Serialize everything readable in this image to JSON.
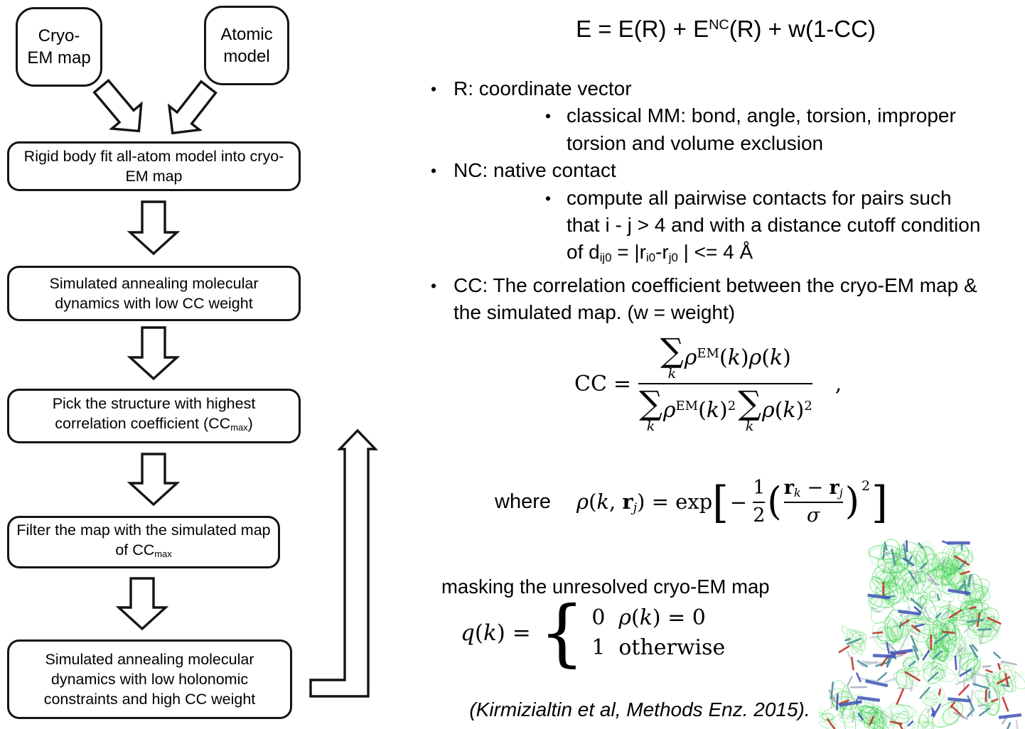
{
  "flowchart": {
    "inputs": [
      {
        "runs": [
          {
            "t": "Cryo-"
          },
          {
            "br": true
          },
          {
            "t": "EM map"
          }
        ]
      },
      {
        "runs": [
          {
            "t": "Atomic"
          },
          {
            "br": true
          },
          {
            "t": "model"
          }
        ]
      }
    ],
    "steps": [
      {
        "runs": [
          {
            "t": "Rigid body fit all-atom model into cryo-"
          },
          {
            "br": true
          },
          {
            "t": "EM map"
          }
        ]
      },
      {
        "runs": [
          {
            "t": "Simulated annealing molecular"
          },
          {
            "br": true
          },
          {
            "t": "dynamics with low CC weight"
          }
        ]
      },
      {
        "runs": [
          {
            "t": "Pick the structure with highest"
          },
          {
            "br": true
          },
          {
            "t": "correlation coefficient (CC"
          },
          {
            "t": "max",
            "s": "sb"
          },
          {
            "t": ")"
          }
        ]
      },
      {
        "runs": [
          {
            "t": "Filter the map with the simulated map"
          },
          {
            "br": true
          },
          {
            "t": "of CC"
          },
          {
            "t": "max",
            "s": "sb"
          }
        ]
      },
      {
        "runs": [
          {
            "t": "Simulated annealing molecular"
          },
          {
            "br": true
          },
          {
            "t": "dynamics with low holonomic"
          },
          {
            "br": true
          },
          {
            "t": "constraints and high CC weight"
          }
        ]
      }
    ]
  },
  "equation": {
    "runs": [
      {
        "t": "E = E(R) + E"
      },
      {
        "t": "NC",
        "s": "sp"
      },
      {
        "t": "(R) + w(1-CC)"
      }
    ]
  },
  "bullets": {
    "marker": "•",
    "items": [
      {
        "level": 1,
        "runs": [
          {
            "t": "R: coordinate vector"
          }
        ]
      },
      {
        "level": 2,
        "runs": [
          {
            "t": "classical MM: bond, angle, torsion, improper"
          },
          {
            "br": true
          },
          {
            "t": "torsion and volume exclusion"
          }
        ]
      },
      {
        "level": 1,
        "runs": [
          {
            "t": "NC: native contact"
          }
        ]
      },
      {
        "level": 2,
        "runs": [
          {
            "t": "compute all pairwise contacts for pairs such"
          },
          {
            "br": true
          },
          {
            "t": "that i - j > 4 and with a distance cutoff condition"
          },
          {
            "br": true
          },
          {
            "t": "of d"
          },
          {
            "t": "ij0",
            "s": "sb"
          },
          {
            "t": " = |r"
          },
          {
            "t": "i0",
            "s": "sb"
          },
          {
            "t": "-r"
          },
          {
            "t": "j0",
            "s": "sb"
          },
          {
            "t": " | <= 4 Å"
          }
        ]
      },
      {
        "level": 1,
        "runs": [
          {
            "t": "CC: The correlation coefficient between the cryo-EM map &"
          },
          {
            "br": true
          },
          {
            "t": "the simulated map. (w = weight)"
          }
        ]
      }
    ]
  },
  "math": {
    "sum_symbol": "∑",
    "sum_index": "k",
    "cc": {
      "lhs": "CC",
      "eq": "=",
      "num_runs": [
        {
          "t": "ρ",
          "s": "it"
        },
        {
          "t": "EM",
          "s": "sp"
        },
        {
          "t": "("
        },
        {
          "t": "k",
          "s": "it"
        },
        {
          "t": ")"
        },
        {
          "t": "ρ",
          "s": "it"
        },
        {
          "t": "("
        },
        {
          "t": "k",
          "s": "it"
        },
        {
          "t": ")"
        }
      ],
      "den1_runs": [
        {
          "t": "ρ",
          "s": "it"
        },
        {
          "t": "EM",
          "s": "sp"
        },
        {
          "t": "("
        },
        {
          "t": "k",
          "s": "it"
        },
        {
          "t": ")"
        },
        {
          "t": "2",
          "s": "sp"
        }
      ],
      "den2_runs": [
        {
          "t": "ρ",
          "s": "it"
        },
        {
          "t": "("
        },
        {
          "t": "k",
          "s": "it"
        },
        {
          "t": ")"
        },
        {
          "t": "2",
          "s": "sp"
        }
      ],
      "comma": ","
    },
    "where_label": "where",
    "rho": {
      "lhs_runs": [
        {
          "t": "ρ",
          "s": "it"
        },
        {
          "t": "("
        },
        {
          "t": "k",
          "s": "it"
        },
        {
          "t": ", "
        },
        {
          "t": "r",
          "s": "bf"
        },
        {
          "t": "j",
          "s": "isb"
        },
        {
          "t": ")"
        },
        {
          "t": " = exp"
        }
      ],
      "lbracket": "[",
      "minus": "−",
      "half_num": "1",
      "half_den": "2",
      "lparen": "(",
      "inner_num_runs": [
        {
          "t": "r",
          "s": "bf"
        },
        {
          "t": "k",
          "s": "isb"
        },
        {
          "t": " − "
        },
        {
          "t": "r",
          "s": "bf"
        },
        {
          "t": "j",
          "s": "isb"
        }
      ],
      "inner_den": "σ",
      "rparen": ")",
      "power": "2",
      "rbracket": "]"
    }
  },
  "mask": {
    "title": "masking the unresolved cryo-EM map",
    "q_lhs_runs": [
      {
        "t": "q",
        "s": "it"
      },
      {
        "t": "("
      },
      {
        "t": "k",
        "s": "it"
      },
      {
        "t": ") = "
      }
    ],
    "brace": "{",
    "cases": [
      {
        "value": "0",
        "cond_runs": [
          {
            "t": "ρ",
            "s": "it"
          },
          {
            "t": "("
          },
          {
            "t": "k",
            "s": "it"
          },
          {
            "t": ")"
          },
          {
            "t": " = 0"
          }
        ]
      },
      {
        "value": "1",
        "cond_runs": [
          {
            "t": "otherwise"
          }
        ]
      }
    ]
  },
  "citation": "(Kirmizialtin et al, Methods Enz. 2015).",
  "molecule": {
    "description": "atomic stick model fitted inside green cryo-EM density mesh",
    "colors": {
      "mesh": "#35d04a",
      "carbon": "#4b8f9b",
      "oxygen": "#c13428",
      "nitrogen": "#4053b8",
      "backbone_gray": "#aab4c0"
    }
  }
}
